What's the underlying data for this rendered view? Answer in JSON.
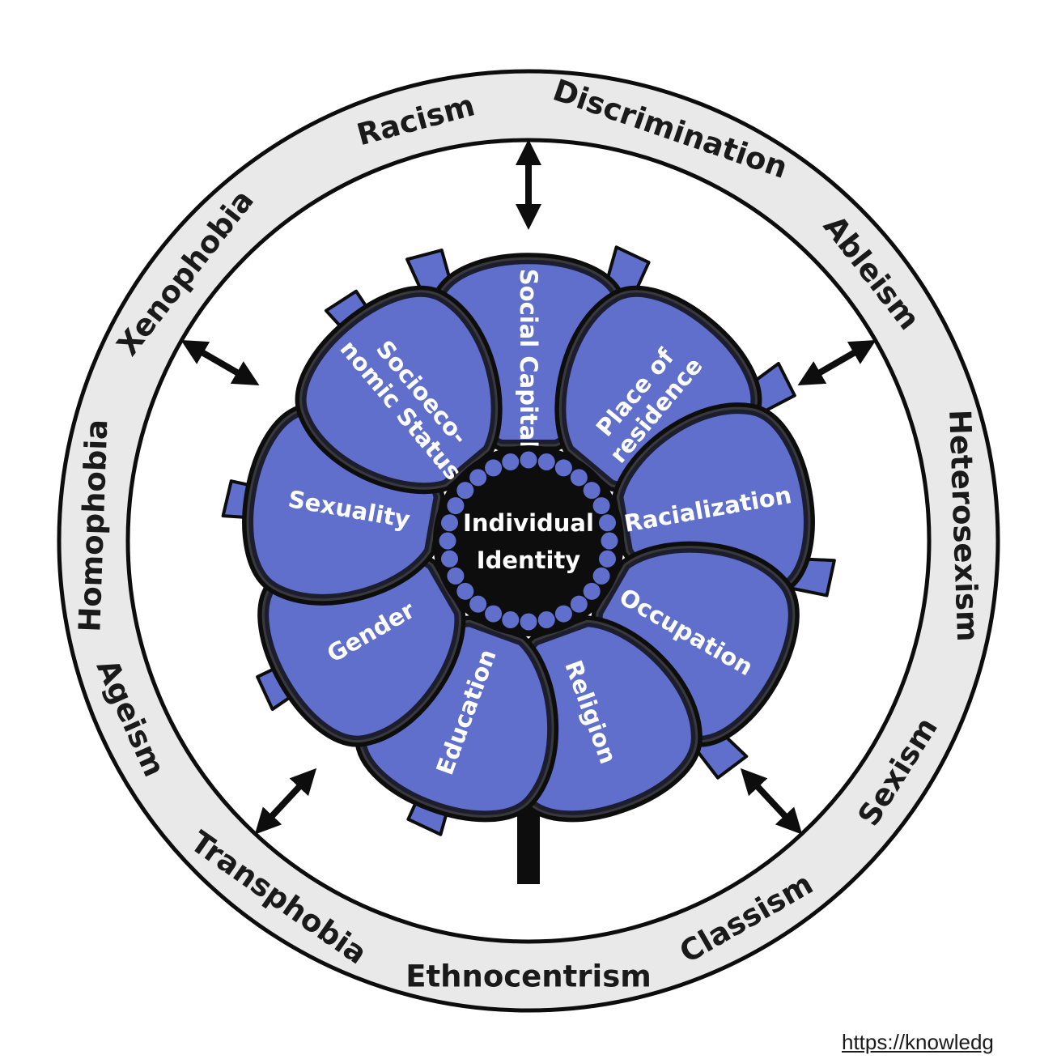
{
  "colors": {
    "petal": "#5f6fcb",
    "outline": "#0d0d0d",
    "ring": "#e9e9e9",
    "center": "#0d0d0d",
    "dot": "#5f6fcb"
  },
  "outer_ring": {
    "labels": [
      "Discrimination",
      "Ableism",
      "Heterosexism",
      "Sexism",
      "Classism",
      "Ethnocentrism",
      "Transphobia",
      "Ageism",
      "Homophobia",
      "Xenophobia",
      "Racism"
    ]
  },
  "flower": {
    "center": {
      "lines": [
        "Individual",
        "Identity"
      ]
    },
    "petals": [
      {
        "lines": [
          "Social Capital"
        ]
      },
      {
        "lines": [
          "Place of",
          "residence"
        ]
      },
      {
        "lines": [
          "Racialization"
        ]
      },
      {
        "lines": [
          "Occupation"
        ]
      },
      {
        "lines": [
          "Religion"
        ]
      },
      {
        "lines": [
          "Education"
        ]
      },
      {
        "lines": [
          "Gender"
        ]
      },
      {
        "lines": [
          "Sexuality"
        ]
      },
      {
        "lines": [
          "Socioeco-",
          "nomic Status"
        ]
      }
    ]
  },
  "arrows": {
    "icon": "double-headed-arrow-icon",
    "count": 5
  },
  "sepals": {
    "icon": "sepal-leaf",
    "count": 9
  },
  "source": {
    "text": "https://knowledg"
  }
}
